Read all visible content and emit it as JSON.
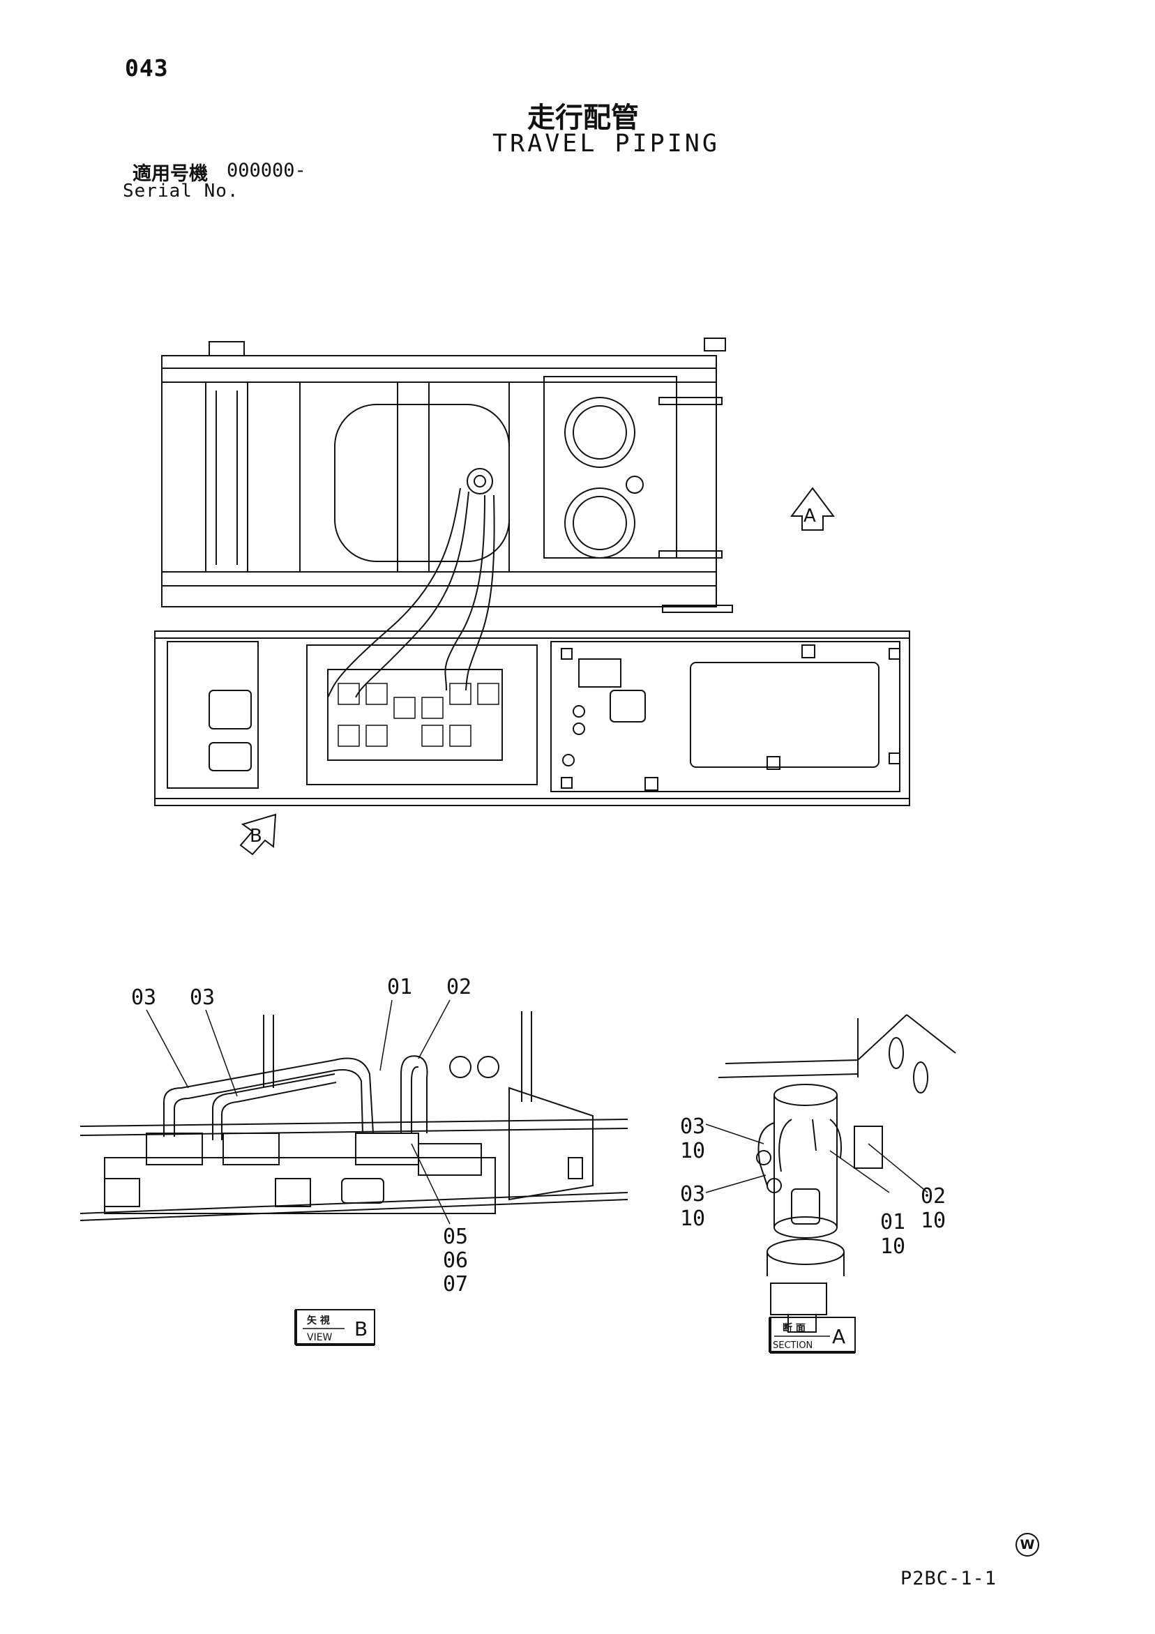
{
  "header": {
    "page_number": "043",
    "title_jp": "走行配管",
    "title_en": "TRAVEL PIPING",
    "serial_label_jp": "適用号機",
    "serial_value": "000000-",
    "serial_label_en": "Serial No."
  },
  "top_view": {
    "arrow_a": "A",
    "arrow_b": "B"
  },
  "view_b": {
    "callouts": [
      "03",
      "03",
      "01",
      "02",
      "05",
      "06",
      "07"
    ],
    "box_jp": "矢 視",
    "box_en": "VIEW",
    "box_letter": "B"
  },
  "section_a": {
    "callouts": [
      "03",
      "10",
      "03",
      "10",
      "01",
      "10",
      "02",
      "10"
    ],
    "box_jp": "断 面",
    "box_en": "SECTION",
    "box_letter": "A"
  },
  "footer": {
    "drawing_code": "P2BC-1-1",
    "mark": "W"
  }
}
